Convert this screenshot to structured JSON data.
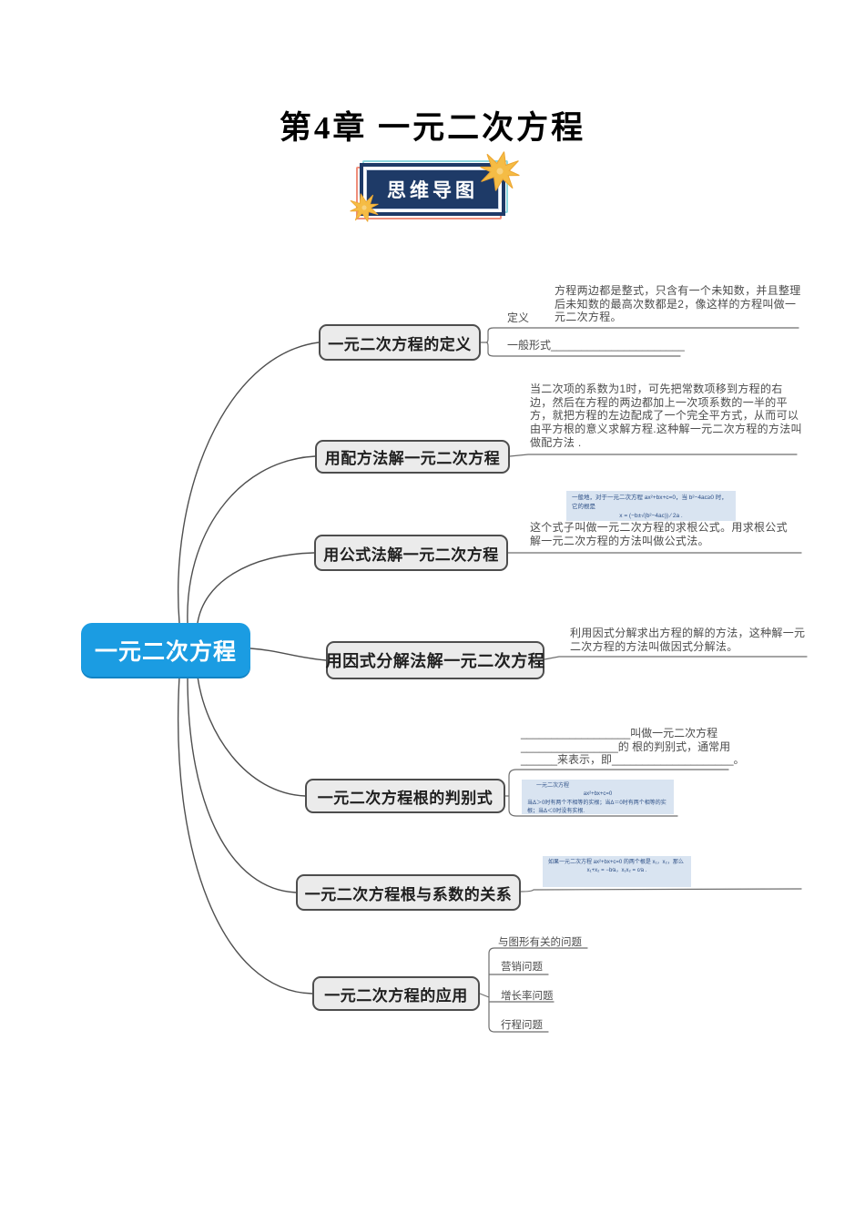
{
  "page": {
    "title": "第4章 一元二次方程",
    "badge": "思维导图"
  },
  "root": {
    "label": "一元二次方程"
  },
  "branches": {
    "definition": {
      "label": "一元二次方程的定义",
      "def_label": "定义",
      "def_text": "方程两边都是整式，只含有一个未知数，并且整理后未知数的最高次数都是2，像这样的方程叫做一元二次方程。",
      "general_form": "一般形式______________________"
    },
    "completing_square": {
      "label": "用配方法解一元二次方程",
      "text": "当二次项的系数为1时，可先把常数项移到方程的右边，然后在方程的两边都加上一次项系数的一半的平方，就把方程的左边配成了一个完全平方式，从而可以由平方根的意义求解方程.这种解一元二次方程的方法叫做配方法 ."
    },
    "formula_method": {
      "label": "用公式法解一元二次方程",
      "box_line1": "一般地，对于一元二次方程 ax²+bx+c=0，当 b²−4ac≥0 时，它的根是",
      "box_line2": "x = (−b±√(b²−4ac)) ∕ 2a .",
      "text": "这个式子叫做一元二次方程的求根公式。用求根公式解一元二次方程的方法叫做公式法。"
    },
    "factoring": {
      "label": "用因式分解法解一元二次方程",
      "text": "利用因式分解求出方程的解的方法，这种解一元二次方程的方法叫做因式分解法。"
    },
    "discriminant": {
      "label": "一元二次方程根的判别式",
      "fill_text": "__________________叫做一元二次方程________________的 根的判别式，通常用______来表示，即____________________。",
      "box_line1": "一元二次方程",
      "box_line2": "ax²+bx+c=0",
      "box_line3": "当Δ＞0时有两个不相等的实根；当Δ＝0时有两个相等的实根；当Δ＜0时没有实根."
    },
    "vieta": {
      "label": "一元二次方程根与系数的关系",
      "box_line1": "如果一元二次方程 ax²+bx+c=0 的两个根是 x₁，x₂，那么",
      "box_line2": "x₁+x₂ = −b∕a，x₁x₂ = c∕a ."
    },
    "applications": {
      "label": "一元二次方程的应用",
      "items": [
        "与图形有关的问题",
        "营销问题",
        "增长率问题",
        "行程问题"
      ]
    }
  },
  "colors": {
    "root_fill": "#1b9ce2",
    "node_fill": "#ebebeb",
    "node_border": "#4d4d4d",
    "info_box_fill": "#d9e4f1",
    "info_box_text": "#2d4f86",
    "badge_navy": "#1e3a67",
    "badge_edge_red": "#ef8e7b",
    "badge_edge_cyan": "#8ed8df",
    "star_gold": "#f5bc45",
    "connector_line": "#5a5a5a"
  }
}
